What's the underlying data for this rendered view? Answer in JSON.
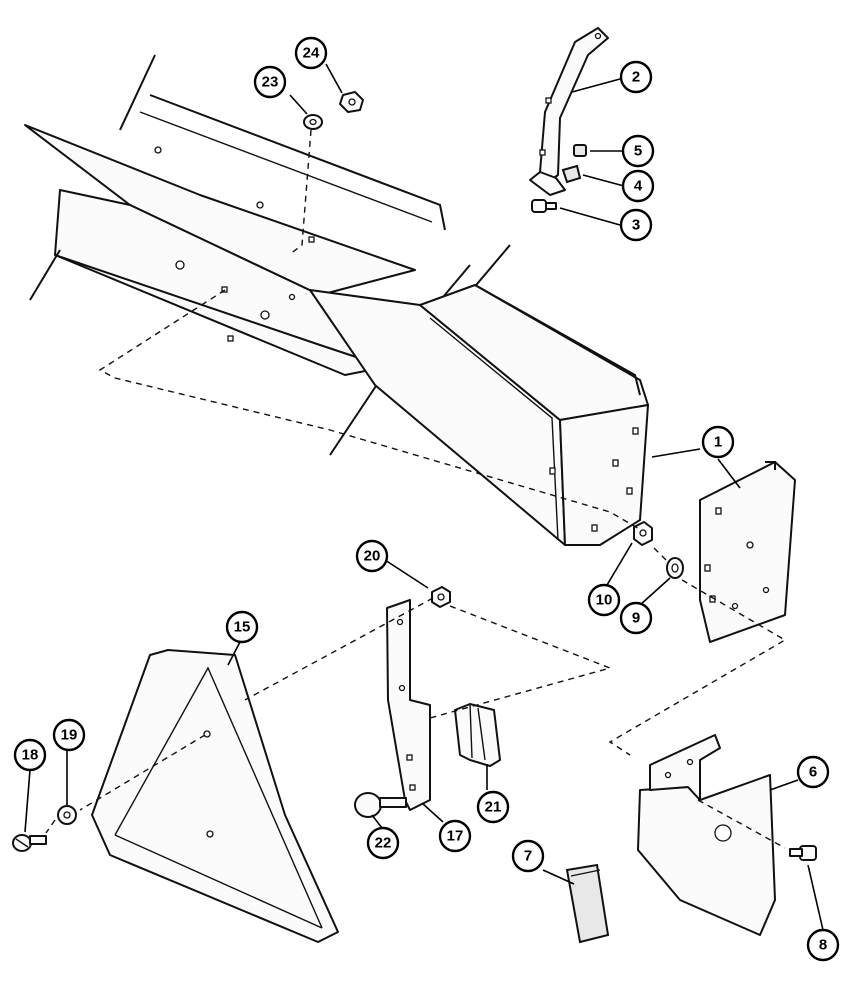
{
  "callouts": [
    {
      "id": "c1",
      "label": "1"
    },
    {
      "id": "c2",
      "label": "2"
    },
    {
      "id": "c3",
      "label": "3"
    },
    {
      "id": "c4",
      "label": "4"
    },
    {
      "id": "c5",
      "label": "5"
    },
    {
      "id": "c6",
      "label": "6"
    },
    {
      "id": "c7",
      "label": "7"
    },
    {
      "id": "c8",
      "label": "8"
    },
    {
      "id": "c9",
      "label": "9"
    },
    {
      "id": "c10",
      "label": "10"
    },
    {
      "id": "c15",
      "label": "15"
    },
    {
      "id": "c17",
      "label": "17"
    },
    {
      "id": "c18",
      "label": "18"
    },
    {
      "id": "c19",
      "label": "19"
    },
    {
      "id": "c20",
      "label": "20"
    },
    {
      "id": "c21",
      "label": "21"
    },
    {
      "id": "c22",
      "label": "22"
    },
    {
      "id": "c23",
      "label": "23"
    },
    {
      "id": "c24",
      "label": "24"
    }
  ]
}
